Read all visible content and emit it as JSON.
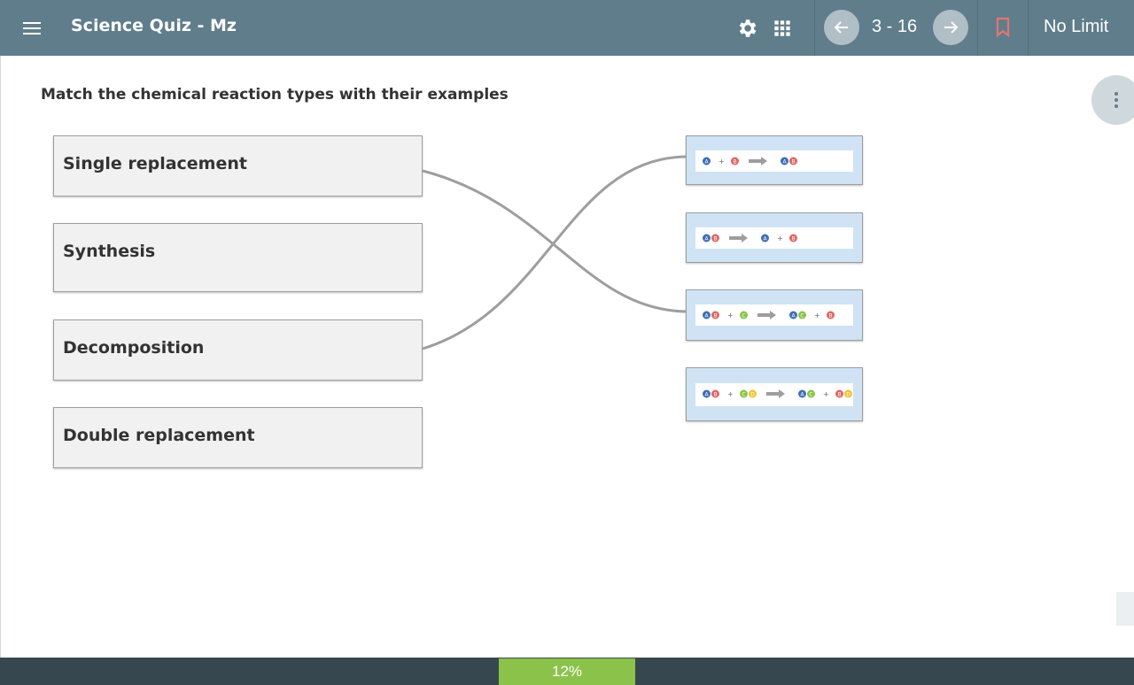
{
  "header": {
    "title": "Science Quiz - Mz",
    "pager": "3 - 16",
    "timer": "No Limit"
  },
  "question": {
    "prompt": "Match the chemical reaction types with their examples",
    "left_items": [
      {
        "label": "Single replacement"
      },
      {
        "label": "Synthesis"
      },
      {
        "label": "Decomposition"
      },
      {
        "label": "Double replacement"
      }
    ],
    "right_items": [
      {
        "equation": [
          "A",
          "+",
          "B",
          "→",
          "AB"
        ]
      },
      {
        "equation": [
          "AB",
          "→",
          "A",
          "+",
          "B"
        ]
      },
      {
        "equation": [
          "AB",
          "+",
          "C",
          "→",
          "AC",
          "+",
          "B"
        ]
      },
      {
        "equation": [
          "AB",
          "+",
          "CD",
          "→",
          "AC",
          "+",
          "BD"
        ]
      }
    ],
    "matches": [
      {
        "left": "Single replacement",
        "right_index": 2
      },
      {
        "left": "Decomposition",
        "right_index": 0
      }
    ]
  },
  "footer": {
    "progress": "12%",
    "progress_value": 0.12
  },
  "colors": {
    "header_bg": "#607d8b",
    "footer_bg": "#37474f",
    "progress_fill": "#8bc34a",
    "atom_a": "#3f6fb5",
    "atom_b": "#e06666",
    "atom_c": "#8bc34a",
    "atom_d": "#f1c232"
  },
  "icons": [
    "menu-icon",
    "gear-icon",
    "grid-icon",
    "arrow-left-icon",
    "arrow-right-icon",
    "bookmark-icon",
    "more-vertical-icon"
  ]
}
